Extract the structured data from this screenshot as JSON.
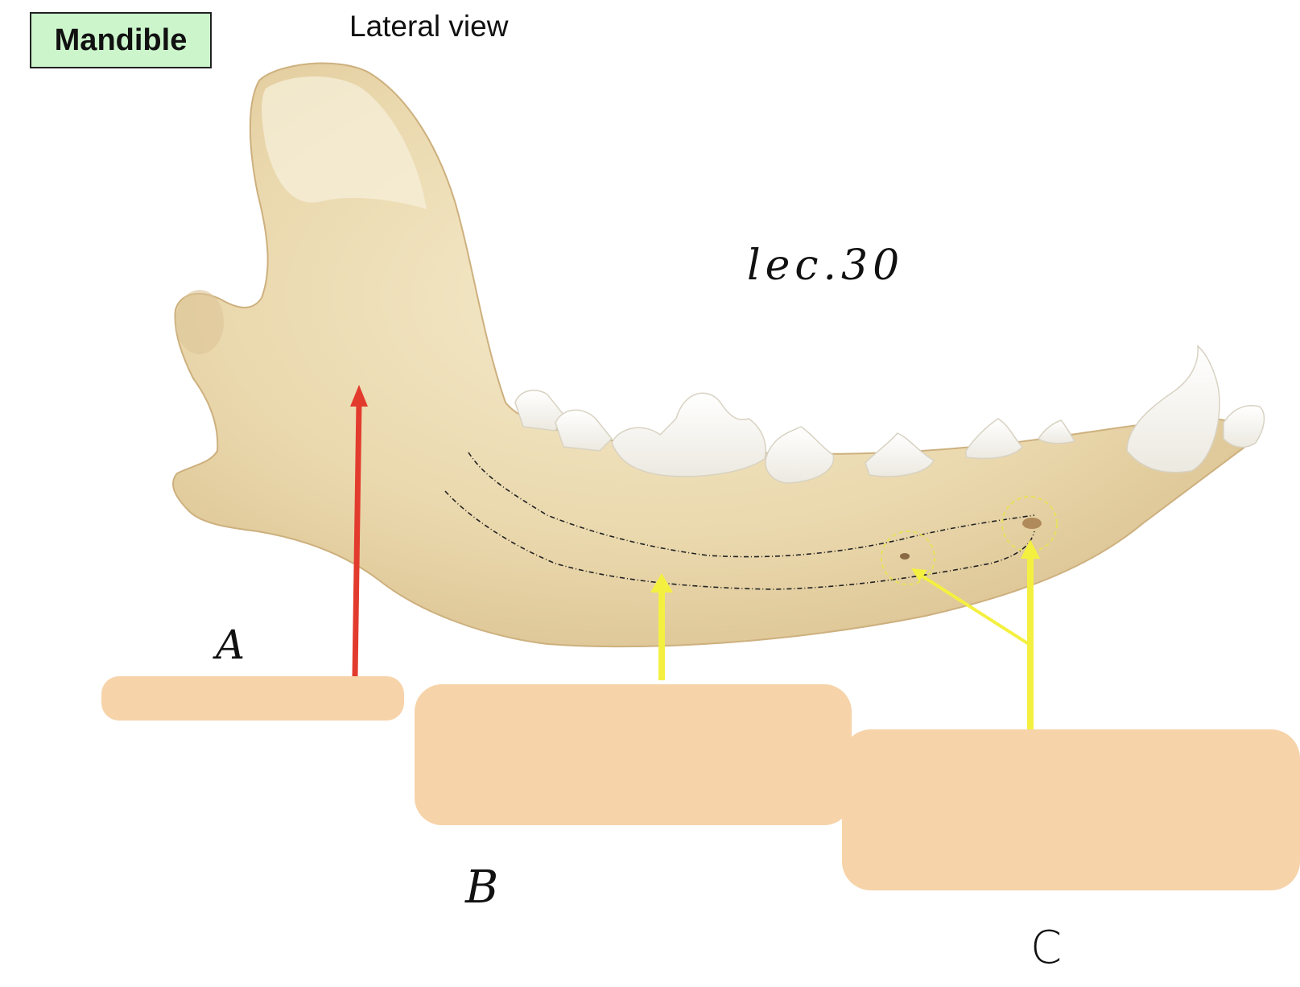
{
  "header": {
    "title": "Mandible",
    "view": "Lateral view"
  },
  "handwriting": {
    "note": "lec.30",
    "label_a": "A",
    "label_b": "B",
    "label_c": "C"
  },
  "label_boxes": [
    {
      "id": "A",
      "text": ""
    },
    {
      "id": "B",
      "text": ""
    },
    {
      "id": "C",
      "text": ""
    }
  ],
  "colors": {
    "title_box_fill": "#ccf5cc",
    "label_box_fill": "#f6d3a9",
    "bone": "#ecdcb4",
    "arrow_a": "#e23b2e",
    "arrow_bc": "#f4f040"
  },
  "icons": {
    "arrow_a": "red-up-arrow",
    "arrow_b": "yellow-up-arrow",
    "arrow_c": "yellow-forked-arrow"
  }
}
